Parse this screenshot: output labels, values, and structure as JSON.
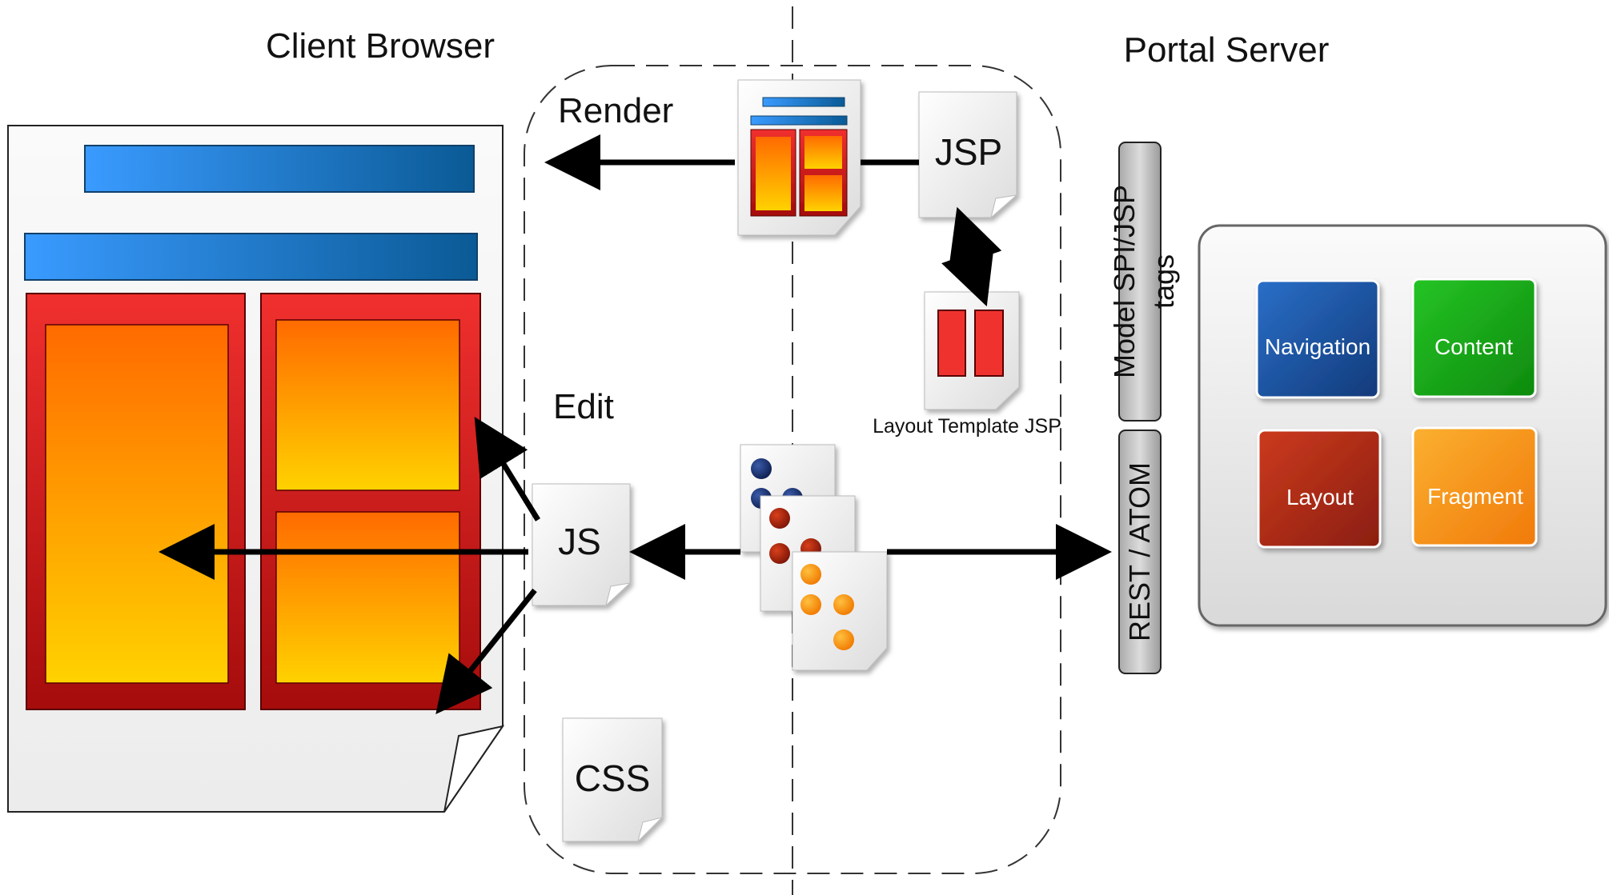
{
  "headings": {
    "client": "Client Browser",
    "server": "Portal Server"
  },
  "phases": {
    "render": "Render",
    "edit": "Edit"
  },
  "files": {
    "jsp": "JSP",
    "js": "JS",
    "css": "CSS",
    "layout_template": "Layout Template JSP"
  },
  "interfaces": {
    "model_line1": "Model SPI/JSP",
    "model_line2": "tags",
    "rest": "REST / ATOM"
  },
  "tiles": [
    {
      "label": "Navigation",
      "color": "#1c4f9e"
    },
    {
      "label": "Content",
      "color": "#17a317"
    },
    {
      "label": "Layout",
      "color": "#b3301a"
    },
    {
      "label": "Fragment",
      "color": "#f49a1a"
    }
  ],
  "colors": {
    "accent_blue": "#2a8ce8",
    "portlet_red": "#e8262a",
    "portlet_orange": "#fb8a12",
    "arrow": "#000000"
  }
}
